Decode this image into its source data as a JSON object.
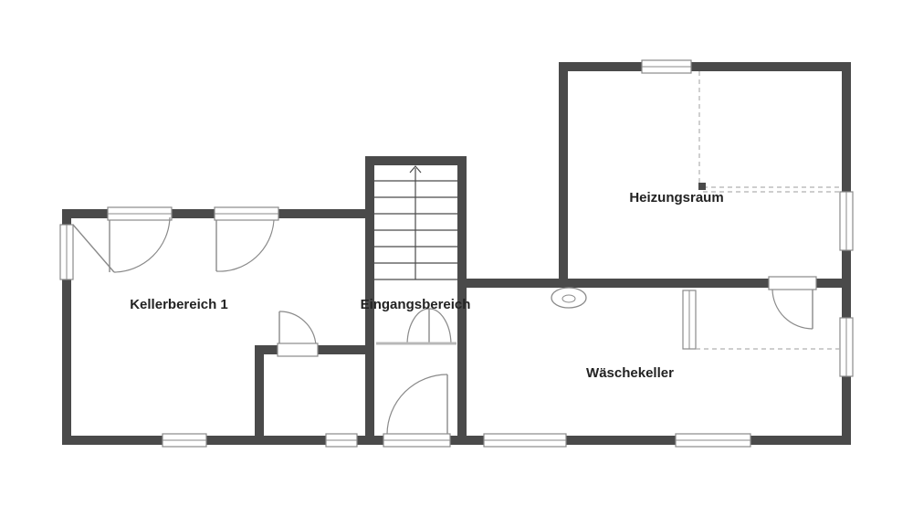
{
  "floorplan": {
    "rooms": [
      {
        "id": "kellerbereich",
        "label": "Kellerbereich 1"
      },
      {
        "id": "eingangsbereich",
        "label": "Eingangsbereich"
      },
      {
        "id": "heizungsraum",
        "label": "Heizungsraum"
      },
      {
        "id": "waeschekeller",
        "label": "Wäschekeller"
      }
    ],
    "colors": {
      "wall": "#4a4a4a",
      "fixture": "#8a8a8a",
      "dashed": "#b0b0b0",
      "label": "#222222",
      "background": "#ffffff"
    }
  }
}
